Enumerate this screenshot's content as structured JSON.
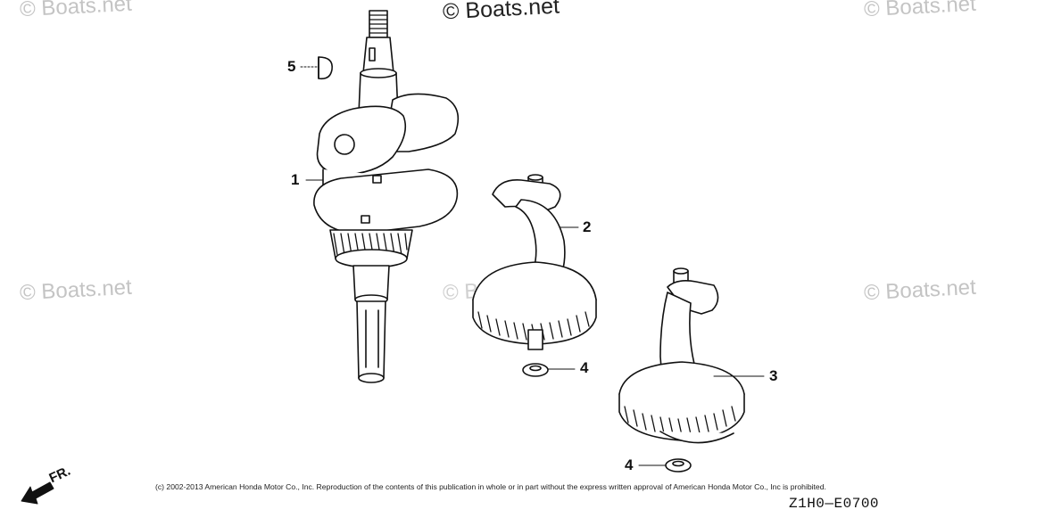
{
  "watermarks": {
    "top_left": "© Boats.net",
    "top_center": "© Boats.net",
    "top_right": "© Boats.net",
    "mid_left": "© Boats.net",
    "mid_center": "© Boats.net",
    "mid_right": "© Boats.net"
  },
  "callouts": {
    "crankshaft": "1",
    "balancer_upper": "2",
    "balancer_lower": "3",
    "washer_upper": "4",
    "washer_lower": "4",
    "key": "5"
  },
  "direction_label": "FR.",
  "copyright": "(c) 2002-2013 American Honda Motor Co., Inc. Reproduction of the contents of this publication in whole or in part without the express written approval of American Honda Motor Co., Inc is prohibited.",
  "diagram_code": "Z1H0—E0700",
  "colors": {
    "line": "#111111",
    "watermark": "#c4c4c4"
  }
}
